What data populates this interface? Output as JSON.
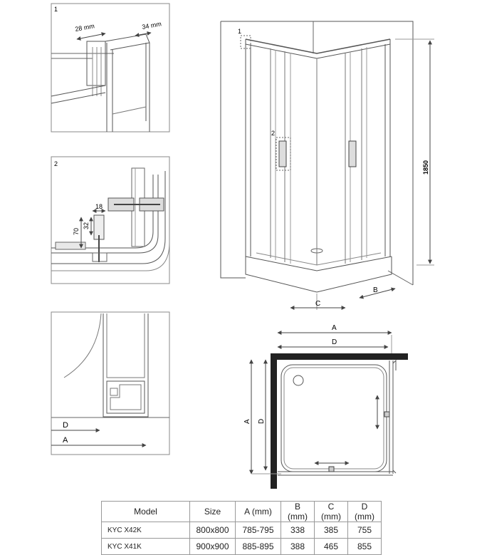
{
  "detail1": {
    "number": "1",
    "dim_width": "28 mm",
    "dim_depth": "34 mm"
  },
  "detail2": {
    "number": "2",
    "dim_18": "18",
    "dim_32": "32",
    "dim_70": "70"
  },
  "detail3": {
    "label_d": "D",
    "label_a": "A"
  },
  "elevation": {
    "marker_1": "1",
    "marker_2": "2",
    "height": "1850",
    "label_b": "B",
    "label_c": "C"
  },
  "plan": {
    "label_a_top": "A",
    "label_d_top": "D",
    "label_a_side": "A",
    "label_d_side": "D"
  },
  "table": {
    "headers": [
      "Model",
      "Size",
      "A (mm)",
      "B (mm)",
      "C (mm)",
      "D (mm)"
    ],
    "rows": [
      [
        "KYC X42K",
        "800x800",
        "785-795",
        "338",
        "385",
        "755"
      ],
      [
        "KYC X41K",
        "900x900",
        "885-895",
        "388",
        "465",
        "855"
      ]
    ]
  }
}
